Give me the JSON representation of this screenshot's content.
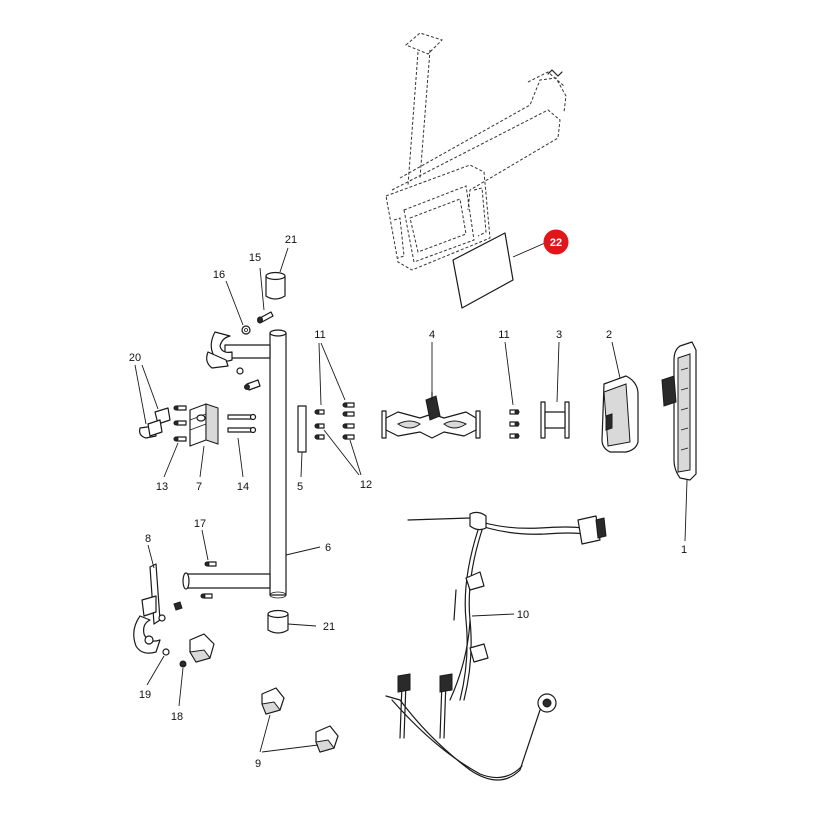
{
  "diagram": {
    "highlight_color": "#e0161b",
    "callouts": {
      "c1": "1",
      "c2": "2",
      "c3": "3",
      "c4": "4",
      "c5": "5",
      "c6": "6",
      "c7": "7",
      "c8": "8",
      "c9": "9",
      "c10": "10",
      "c11a": "11",
      "c11b": "11",
      "c12": "12",
      "c13": "13",
      "c14": "14",
      "c15": "15",
      "c16": "16",
      "c17": "17",
      "c18": "18",
      "c19": "19",
      "c20": "20",
      "c21a": "21",
      "c21b": "21",
      "c22": "22"
    }
  }
}
